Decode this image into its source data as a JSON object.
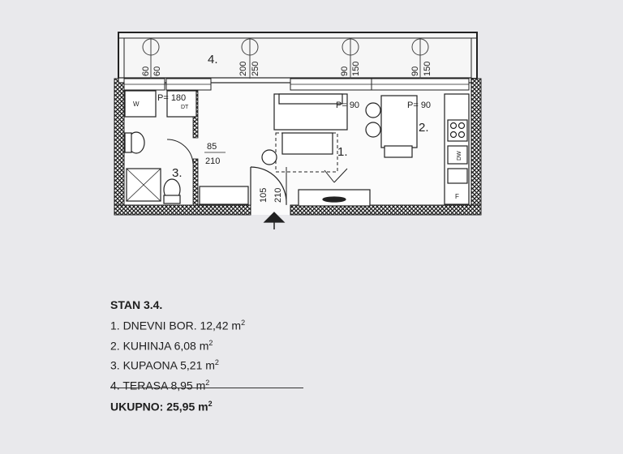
{
  "plan": {
    "rooms": {
      "r1": "1.",
      "r2": "2.",
      "r3": "3.",
      "r4": "4."
    },
    "dims": {
      "t60a": "60",
      "t60b": "60",
      "t200": "200",
      "t250": "250",
      "t90a": "90",
      "t150a": "150",
      "t90b": "90",
      "t150b": "150",
      "p180": "P= 180",
      "p90a": "P= 90",
      "p90b": "P= 90",
      "d85": "85",
      "d210a": "210",
      "d105": "105",
      "d210b": "210"
    },
    "fixtures": {
      "w": "W",
      "dt": "DT",
      "dw": "DW",
      "f": "F"
    }
  },
  "legend": {
    "title": "STAN 3.4.",
    "items": [
      {
        "label": "1. DNEVNI BOR. 12,42 m",
        "sup": "2"
      },
      {
        "label": "2. KUHINJA 6,08 m",
        "sup": "2"
      },
      {
        "label": "3. KUPAONA 5,21 m",
        "sup": "2"
      },
      {
        "label": "4. TERASA 8,95 m",
        "sup": "2"
      }
    ],
    "total_label": "UKUPNO:  25,95 m",
    "total_sup": "2"
  }
}
